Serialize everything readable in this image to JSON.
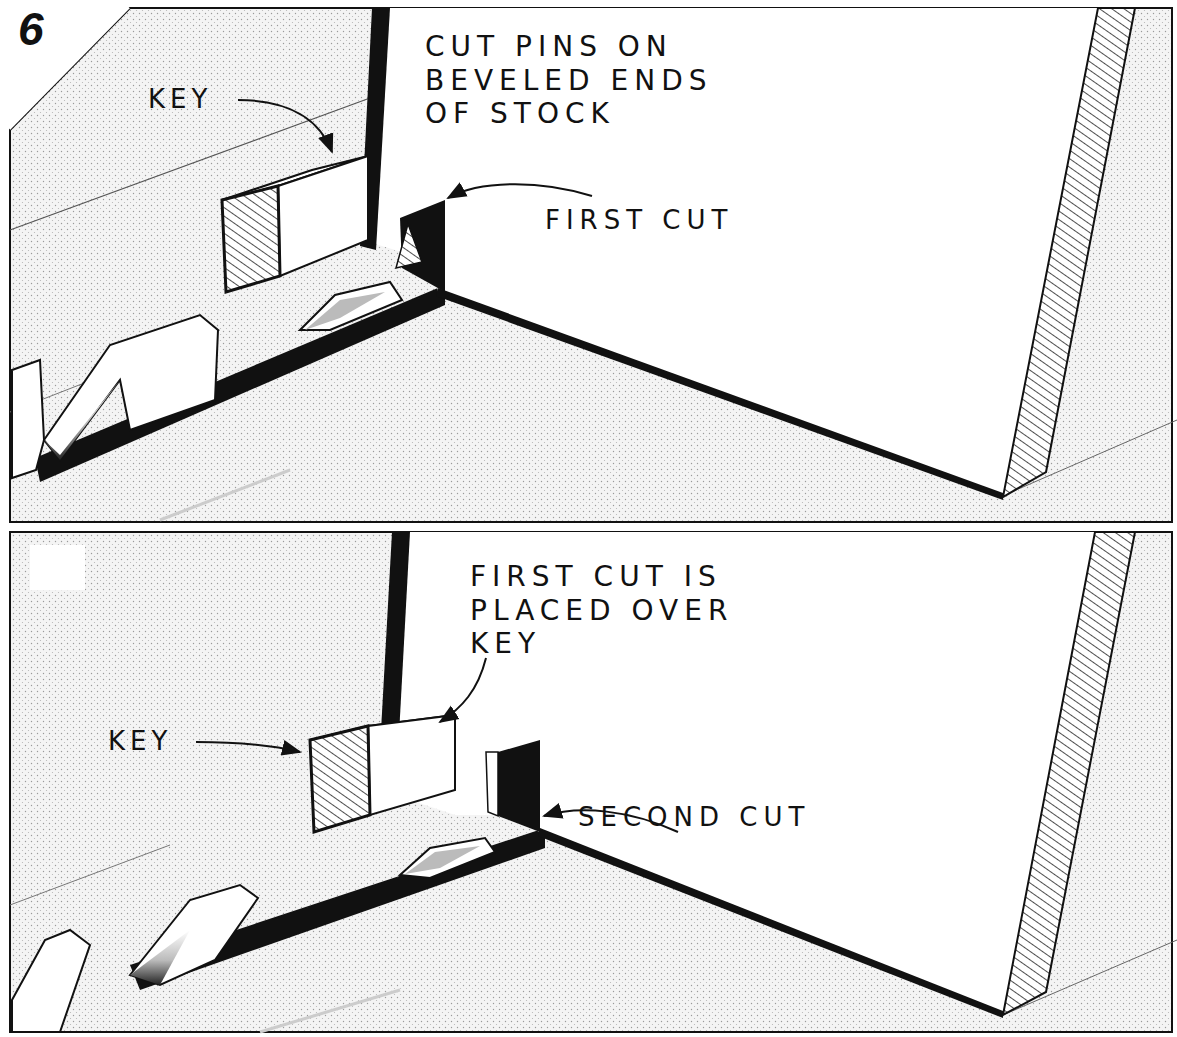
{
  "diagram": {
    "labels": [
      "6",
      "KEY",
      "CUT PINS ON BEVELED ENDS OF STOCK",
      "FIRST CUT",
      "KEY",
      "FIRST CUT IS PLACED OVER KEY",
      "SECOND CUT"
    ]
  }
}
